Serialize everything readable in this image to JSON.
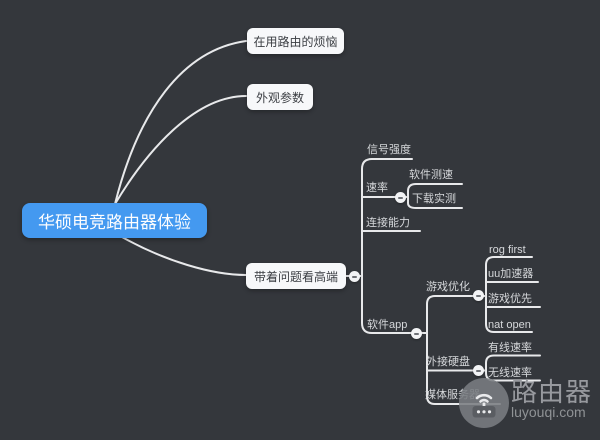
{
  "colors": {
    "background": "#34373C",
    "line": "#E8E9EB",
    "root_bg": "#4499F0",
    "node_bg": "#F7F8FA",
    "node_text": "#3A3D42",
    "label_text": "#D6D8DB",
    "watermark_text": "#97999E"
  },
  "root": {
    "label": "华硕电竞路由器体验"
  },
  "topics": {
    "annoyance": {
      "label": "在用路由的烦恼"
    },
    "appearance": {
      "label": "外观参数"
    },
    "questions": {
      "label": "带着问题看高端"
    }
  },
  "subtopics": {
    "signal": {
      "label": "信号强度"
    },
    "speed": {
      "label": "速率"
    },
    "speed_software": {
      "label": "软件测速"
    },
    "speed_download": {
      "label": "下载实测"
    },
    "connection": {
      "label": "连接能力"
    },
    "software_app": {
      "label": "软件app"
    },
    "game_opt": {
      "label": "游戏优化"
    },
    "rog_first": {
      "label": "rog first"
    },
    "uu_booster": {
      "label": "uu加速器"
    },
    "game_priority": {
      "label": "游戏优先"
    },
    "nat_open": {
      "label": "nat open"
    },
    "ext_disk": {
      "label": "外接硬盘"
    },
    "wired_speed": {
      "label": "有线速率"
    },
    "wireless_speed": {
      "label": "无线速率"
    },
    "media_server": {
      "label": "媒体服务器"
    }
  },
  "watermark": {
    "brand": "路由器",
    "site": "luyouqi.com",
    "icon": "router-icon"
  }
}
